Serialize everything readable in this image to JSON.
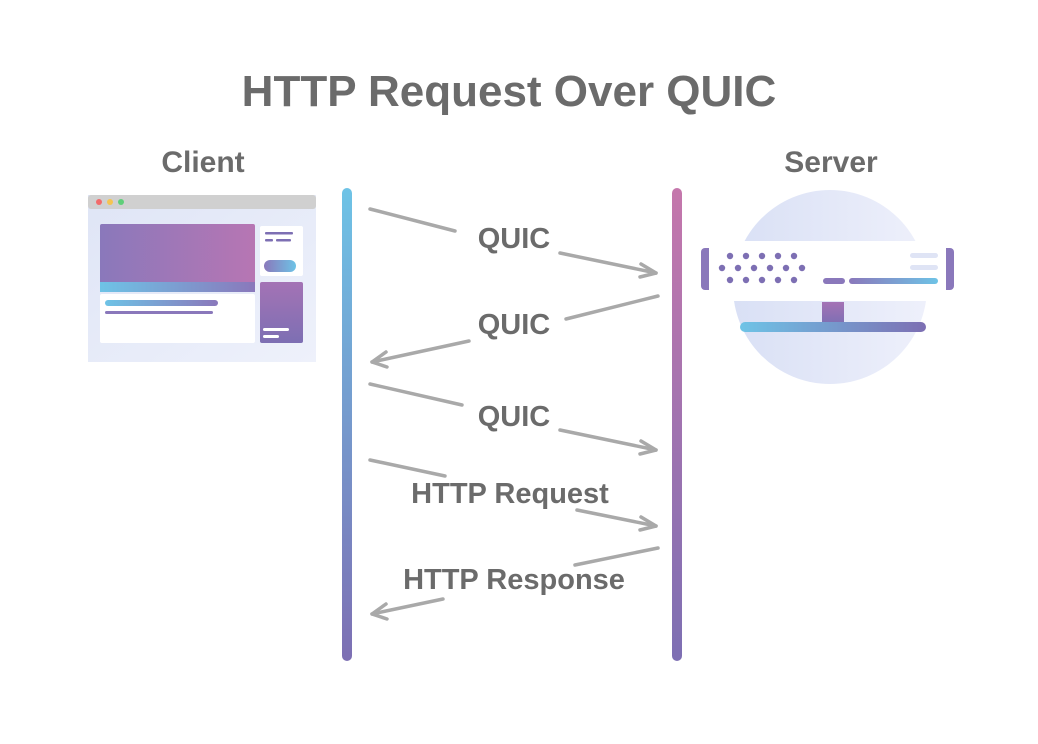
{
  "title": "HTTP Request Over QUIC",
  "client": {
    "label": "Client"
  },
  "server": {
    "label": "Server"
  },
  "messages": [
    {
      "label": "QUIC",
      "direction": "client-to-server"
    },
    {
      "label": "QUIC",
      "direction": "server-to-client"
    },
    {
      "label": "QUIC",
      "direction": "client-to-server"
    },
    {
      "label": "HTTP Request",
      "direction": "client-to-server"
    },
    {
      "label": "HTTP Response",
      "direction": "server-to-client"
    }
  ],
  "colors": {
    "text": "#6b6b6b",
    "arrow": "#a9a9a9",
    "gradient_start": "#6ec3e6",
    "gradient_end": "#b673b0",
    "purple": "#7d6fb3"
  },
  "icons": {
    "client": "browser-window-icon",
    "server": "server-rack-icon"
  }
}
